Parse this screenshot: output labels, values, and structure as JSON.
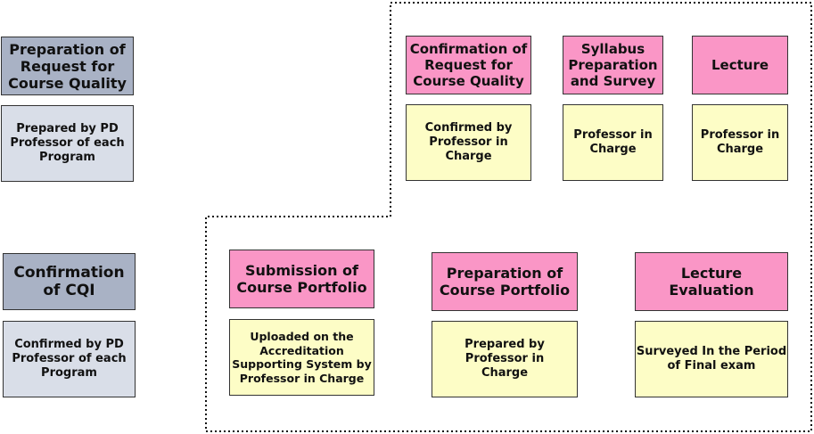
{
  "colors": {
    "gray_header": "#a9b2c5",
    "gray_body": "#d9dee8",
    "pink": "#fa96c6",
    "yellow": "#fdfdc6"
  },
  "left": {
    "step1": {
      "title": "Preparation of Request for Course Quality",
      "desc": "Prepared by PD Professor of each Program"
    },
    "step2": {
      "title": "Confirmation of CQI",
      "desc": "Confirmed by PD Professor of each Program"
    }
  },
  "top_row": [
    {
      "title": "Confirmation of Request for Course Quality",
      "desc": "Confirmed by Professor in Charge"
    },
    {
      "title": "Syllabus Preparation and Survey",
      "desc": "Professor in Charge"
    },
    {
      "title": "Lecture",
      "desc": "Professor in Charge"
    }
  ],
  "bottom_row": [
    {
      "title": "Submission of Course Portfolio",
      "desc": "Uploaded on the Accreditation Supporting System by Professor in Charge"
    },
    {
      "title": "Preparation of Course Portfolio",
      "desc": "Prepared by Professor in Charge"
    },
    {
      "title": "Lecture Evaluation",
      "desc": "Surveyed In the Period of Final exam"
    }
  ]
}
